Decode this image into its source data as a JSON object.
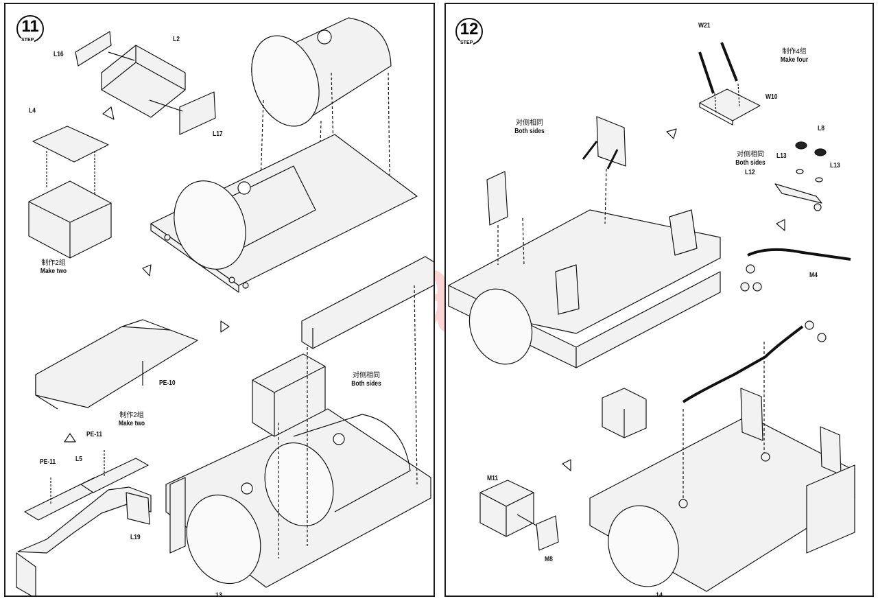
{
  "watermark": "modelartiki.cz",
  "step11": {
    "number": "11",
    "step_word": "STEP",
    "labels": {
      "L16": "L16",
      "L2": "L2",
      "L17": "L17",
      "L4": "L4",
      "PE10": "PE-10",
      "PE11a": "PE-11",
      "PE11b": "PE-11",
      "L5": "L5",
      "L19": "L19"
    },
    "notes": {
      "make_two_1_cn": "制作2组",
      "make_two_1_en": "Make two",
      "make_two_2_cn": "制作2组",
      "make_two_2_en": "Make two",
      "both_sides_cn": "对侧相同",
      "both_sides_en": "Both sides"
    },
    "page_number": "13"
  },
  "step12": {
    "number": "12",
    "step_word": "STEP",
    "labels": {
      "W21": "W21",
      "W10": "W10",
      "L8": "L8",
      "L13a": "L13",
      "L13b": "L13",
      "L12": "L12",
      "M4": "M4",
      "M11": "M11",
      "M8": "M8"
    },
    "notes": {
      "make_four_cn": "制作4组",
      "make_four_en": "Make four",
      "both_sides_1_cn": "对侧相同",
      "both_sides_1_en": "Both sides",
      "both_sides_2_cn": "对侧相同",
      "both_sides_2_en": "Both sides"
    },
    "page_number": "14"
  }
}
